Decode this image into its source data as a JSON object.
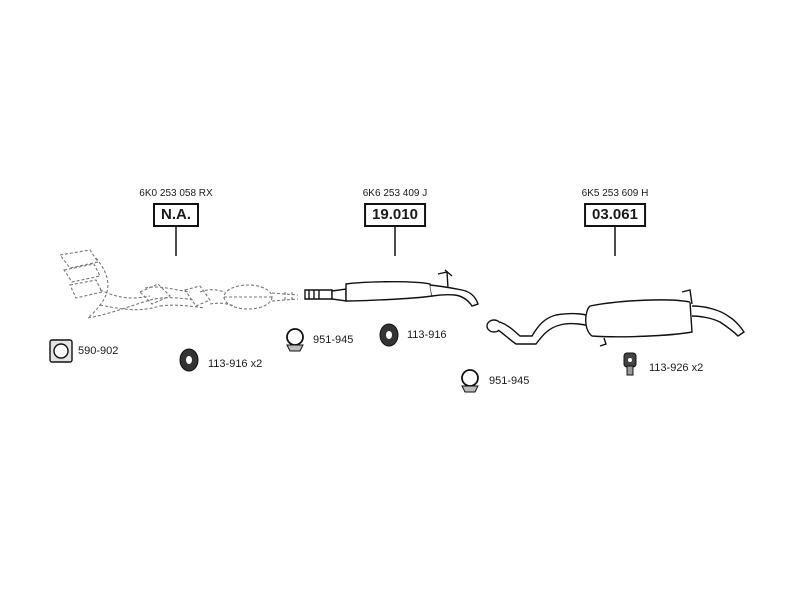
{
  "sections": [
    {
      "part_number": "6K0 253 058 RX",
      "reference": "N.A."
    },
    {
      "part_number": "6K6 253 409 J",
      "reference": "19.010"
    },
    {
      "part_number": "6K5 253 609 H",
      "reference": "03.061"
    }
  ],
  "accessories": [
    {
      "code": "590-902",
      "icon": "gasket-icon"
    },
    {
      "code": "113-916 x2",
      "icon": "rubber-mount-icon"
    },
    {
      "code": "951-945",
      "icon": "pipe-clamp-icon"
    },
    {
      "code": "113-916",
      "icon": "rubber-mount-icon"
    },
    {
      "code": "951-945",
      "icon": "pipe-clamp-icon"
    },
    {
      "code": "113-926 x2",
      "icon": "hanger-icon"
    }
  ]
}
